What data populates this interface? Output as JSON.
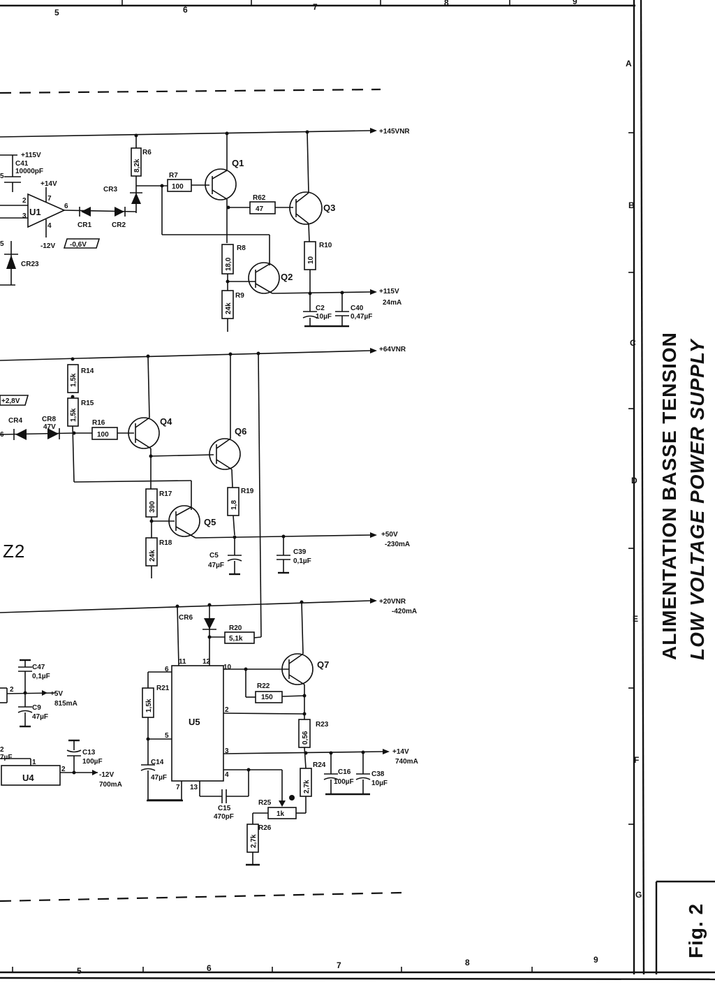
{
  "grid": {
    "columns_top": [
      "5",
      "6",
      "7",
      "8",
      "9"
    ],
    "columns_bottom": [
      "5",
      "6",
      "7",
      "8",
      "9"
    ],
    "rows": [
      "A",
      "B",
      "C",
      "D",
      "E",
      "F",
      "G"
    ]
  },
  "title": {
    "french": "ALIMENTATION BASSE TENSION",
    "english": "LOW VOLTAGE POWER SUPPLY",
    "figure": "Fig. 2"
  },
  "rails": {
    "r145": "+145VNR",
    "r115": "+115V",
    "r115_current": "24mA",
    "r64": "+64VNR",
    "r50": "+50V",
    "r50_current": "-230mA",
    "r20": "+20VNR",
    "r20_current": "-420mA",
    "r14": "+14V",
    "r14_current": "740mA",
    "r5": "+5V",
    "r5_current": "815mA",
    "rm12": "-12V",
    "rm12_current": "700mA"
  },
  "components": {
    "u1": "U1",
    "u4": "U4",
    "u5": "U5",
    "q1": "Q1",
    "q2": "Q2",
    "q3": "Q3",
    "q4": "Q4",
    "q5": "Q5",
    "q6": "Q6",
    "q7": "Q7",
    "r6": "R6",
    "r6_val": "8,2k",
    "r7": "R7",
    "r7_val": "100",
    "r62": "R62",
    "r62_val": "47",
    "r8": "R8",
    "r8_val": "18,0",
    "r9": "R9",
    "r9_val": "24k",
    "r10": "R10",
    "r10_val": "10",
    "r14": "R14",
    "r14_val": "1,5k",
    "r15": "R15",
    "r15_val": "1,5k",
    "r16": "R16",
    "r16_val": "100",
    "r17": "R17",
    "r17_val": "390",
    "r18": "R18",
    "r18_val": "24k",
    "r19": "R19",
    "r19_val": "1,8",
    "r20": "R20",
    "r20_val": "5,1k",
    "r21": "R21",
    "r21_val": "1,5k",
    "r22": "R22",
    "r22_val": "150",
    "r23": "R23",
    "r23_val": "0,56",
    "r24": "R24",
    "r24_val": "2,7k",
    "r25": "R25",
    "r25_val": "1k",
    "r26": "R26",
    "r26_val": "2,7k",
    "c2": "C2",
    "c2_val": "10µF",
    "c40": "C40",
    "c40_val": "0,47µF",
    "c41": "C41",
    "c41_val": "10000pF",
    "c5": "C5",
    "c5_val": "47µF",
    "c39": "C39",
    "c39_val": "0,1µF",
    "c47": "C47",
    "c47_val": "0,1µF",
    "c9": "C9",
    "c9_val": "47µF",
    "c13": "C13",
    "c13_val": "100µF",
    "c14": "C14",
    "c14_val": "47µF",
    "c15": "C15",
    "c15_val": "470pF",
    "c16": "C16",
    "c16_val": "100µF",
    "c38": "C38",
    "c38_val": "10µF",
    "c_left": "7µF",
    "cr1": "CR1",
    "cr2": "CR2",
    "cr3": "CR3",
    "cr4": "CR4",
    "cr6": "CR6",
    "cr8": "CR8",
    "cr8_val": "47V",
    "cr23": "CR23",
    "z2": "Z2"
  },
  "annotations": {
    "u1_pos": "+14V",
    "u1_neg": "-12V",
    "u1_out": "-0,6V",
    "u1_in": "+115V",
    "v_28": "+2,8V",
    "left_5": "5",
    "left_6": "6",
    "left_s": "5"
  },
  "pins": {
    "u1_2": "2",
    "u1_3": "3",
    "u1_4": "4",
    "u1_6": "6",
    "u1_7": "7",
    "u5_11": "11",
    "u5_12": "12",
    "u5_6": "6",
    "u5_10": "10",
    "u5_2": "2",
    "u5_5": "5",
    "u5_3": "3",
    "u5_7": "7",
    "u5_13": "13",
    "u5_4": "4",
    "u4_1": "1",
    "u4_2": "2",
    "reg_2": "2",
    "reg_left_2": "2"
  }
}
